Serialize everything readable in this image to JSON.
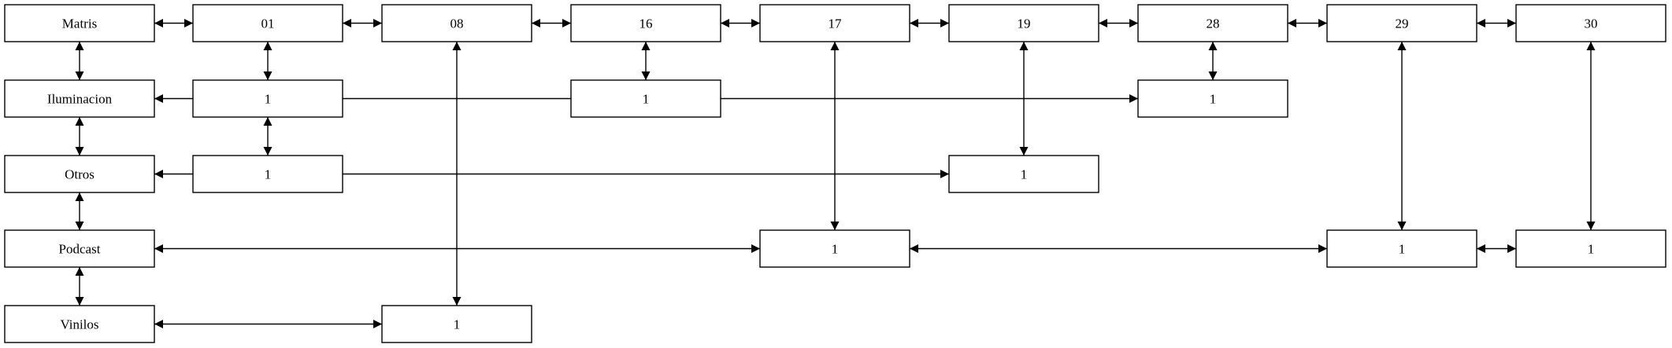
{
  "diagram": {
    "nodes": [
      {
        "id": "matris",
        "label": "Matris"
      },
      {
        "id": "c01",
        "label": "01"
      },
      {
        "id": "c08",
        "label": "08"
      },
      {
        "id": "c16",
        "label": "16"
      },
      {
        "id": "c17",
        "label": "17"
      },
      {
        "id": "c19",
        "label": "19"
      },
      {
        "id": "c28",
        "label": "28"
      },
      {
        "id": "c29",
        "label": "29"
      },
      {
        "id": "c30",
        "label": "30"
      },
      {
        "id": "iluminacion",
        "label": "Iluminacion"
      },
      {
        "id": "otros",
        "label": "Otros"
      },
      {
        "id": "podcast",
        "label": "Podcast"
      },
      {
        "id": "vinilos",
        "label": "Vinilos"
      },
      {
        "id": "ilu_01",
        "label": "1"
      },
      {
        "id": "ilu_16",
        "label": "1"
      },
      {
        "id": "ilu_28",
        "label": "1"
      },
      {
        "id": "otr_01",
        "label": "1"
      },
      {
        "id": "otr_19",
        "label": "1"
      },
      {
        "id": "pod_17",
        "label": "1"
      },
      {
        "id": "pod_29",
        "label": "1"
      },
      {
        "id": "pod_30",
        "label": "1"
      },
      {
        "id": "vin_08",
        "label": "1"
      }
    ],
    "edges": [
      {
        "from": "matris",
        "to": "c01"
      },
      {
        "from": "c01",
        "to": "c08"
      },
      {
        "from": "c08",
        "to": "c16"
      },
      {
        "from": "c16",
        "to": "c17"
      },
      {
        "from": "c17",
        "to": "c19"
      },
      {
        "from": "c19",
        "to": "c28"
      },
      {
        "from": "c28",
        "to": "c29"
      },
      {
        "from": "c29",
        "to": "c30"
      },
      {
        "from": "matris",
        "to": "iluminacion"
      },
      {
        "from": "iluminacion",
        "to": "otros"
      },
      {
        "from": "otros",
        "to": "podcast"
      },
      {
        "from": "podcast",
        "to": "vinilos"
      },
      {
        "from": "c01",
        "to": "ilu_01"
      },
      {
        "from": "ilu_01",
        "to": "otr_01"
      },
      {
        "from": "c16",
        "to": "ilu_16"
      },
      {
        "from": "c28",
        "to": "ilu_28"
      },
      {
        "from": "iluminacion",
        "to": "ilu_28"
      },
      {
        "from": "c19",
        "to": "otr_19"
      },
      {
        "from": "otros",
        "to": "otr_19"
      },
      {
        "from": "c17",
        "to": "pod_17"
      },
      {
        "from": "c29",
        "to": "pod_29"
      },
      {
        "from": "c30",
        "to": "pod_30"
      },
      {
        "from": "podcast",
        "to": "pod_17"
      },
      {
        "from": "pod_17",
        "to": "pod_29"
      },
      {
        "from": "pod_29",
        "to": "pod_30"
      },
      {
        "from": "c08",
        "to": "vin_08"
      },
      {
        "from": "vinilos",
        "to": "vin_08"
      }
    ]
  }
}
